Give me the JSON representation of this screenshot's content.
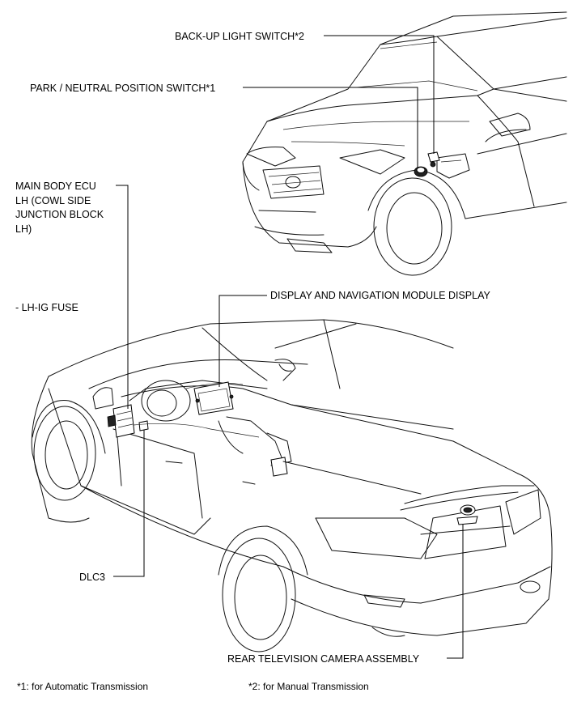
{
  "labels": {
    "backup_switch": "BACK-UP LIGHT SWITCH*2",
    "park_neutral_switch": "PARK / NEUTRAL POSITION SWITCH*1",
    "main_body_ecu": [
      "MAIN BODY ECU",
      "LH (COWL SIDE",
      "JUNCTION BLOCK",
      "LH)"
    ],
    "lh_ig_fuse": "- LH-IG FUSE",
    "display_nav_module": "DISPLAY AND NAVIGATION MODULE DISPLAY",
    "dlc3": "DLC3",
    "rear_camera": "REAR TELEVISION CAMERA ASSEMBLY"
  },
  "footnotes": {
    "note1": "*1: for Automatic Transmission",
    "note2": "*2: for Manual Transmission"
  }
}
